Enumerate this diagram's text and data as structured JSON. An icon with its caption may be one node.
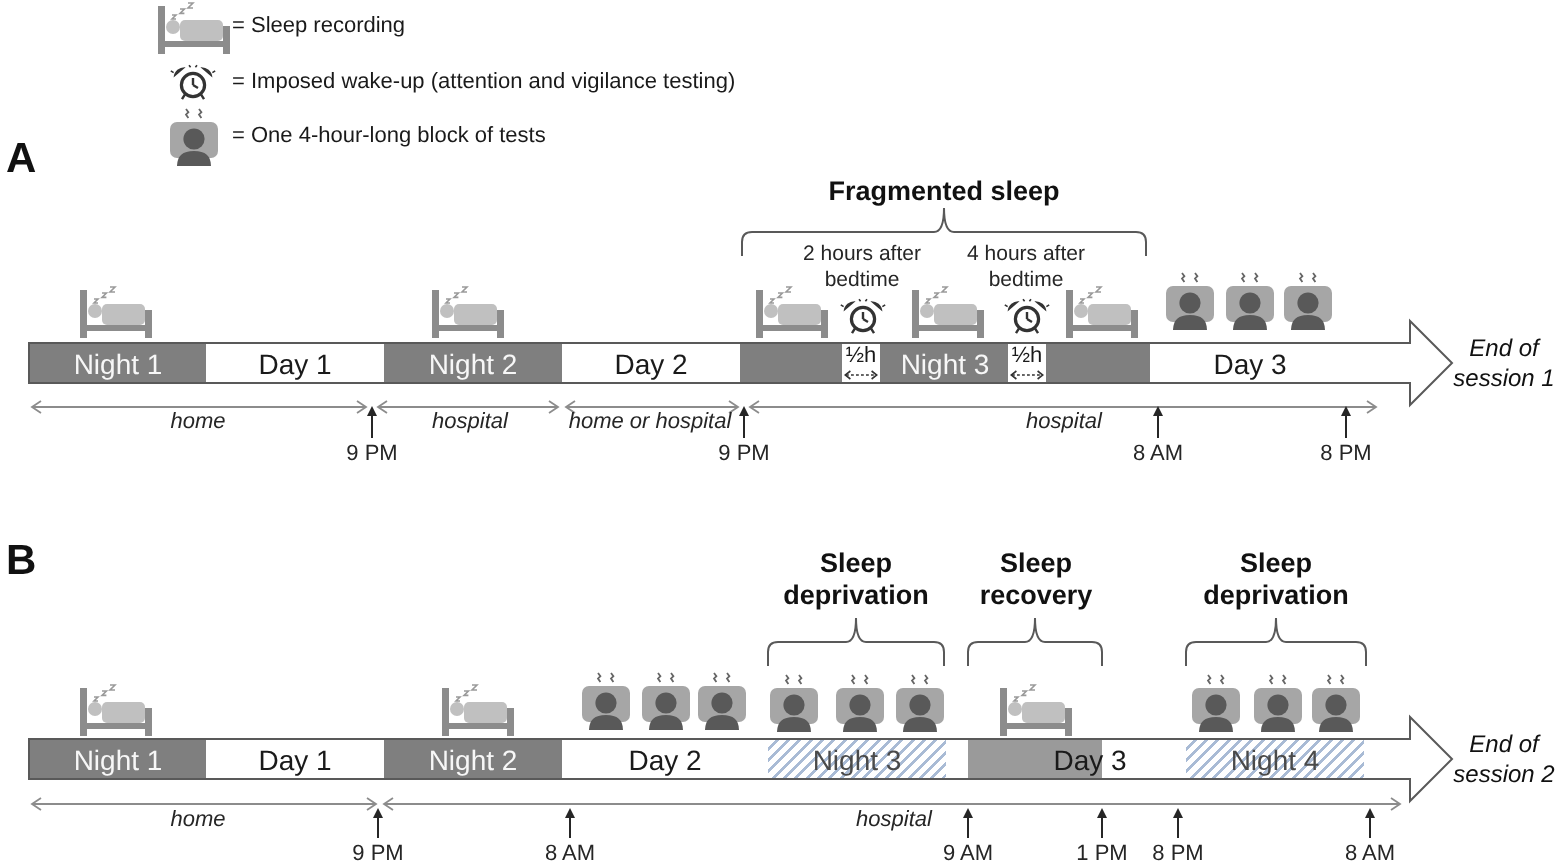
{
  "diagram": {
    "nodes": [
      {
        "text": [
          "Night 1"
        ]
      },
      {
        "text": [
          "Day 1"
        ]
      },
      {
        "text": [
          "Night 2"
        ]
      },
      {
        "text": [
          "Day 2"
        ]
      },
      {
        "text": [
          "Night 3"
        ]
      },
      {
        "text": [
          "½h"
        ],
        "in": 4
      },
      {
        "text": [
          "½h"
        ],
        "in": 4
      },
      {
        "text": [
          "Day 3"
        ]
      },
      {
        "text": [
          "Night 1"
        ]
      },
      {
        "text": [
          "Day 1"
        ]
      },
      {
        "text": [
          "Night 2"
        ]
      },
      {
        "text": [
          "Day 2"
        ]
      },
      {
        "text": [
          "Night 3"
        ]
      },
      {
        "text": [
          "Day 3"
        ]
      },
      {
        "text": [
          "Night 4"
        ]
      }
    ],
    "labels": [
      "A",
      "Fragmented sleep",
      "2 hours after bedtime",
      "4 hours after bedtime",
      "End of session 1",
      "home",
      "hospital",
      "home or hospital",
      "hospital",
      "9 PM",
      "9 PM",
      "8 AM",
      "8 PM",
      "B",
      "Sleep deprivation",
      "Sleep recovery",
      "Sleep deprivation",
      "End of session 2",
      "home",
      "hospital",
      "9 PM",
      "8 AM",
      "9 AM",
      "1 PM",
      "8 PM",
      "8 AM"
    ],
    "legend": [
      {
        "text": "= Sleep recording"
      },
      {
        "text": "= Imposed wake-up (attention and vigilance testing)"
      },
      {
        "text": "= One 4-hour-long block of tests"
      }
    ]
  }
}
